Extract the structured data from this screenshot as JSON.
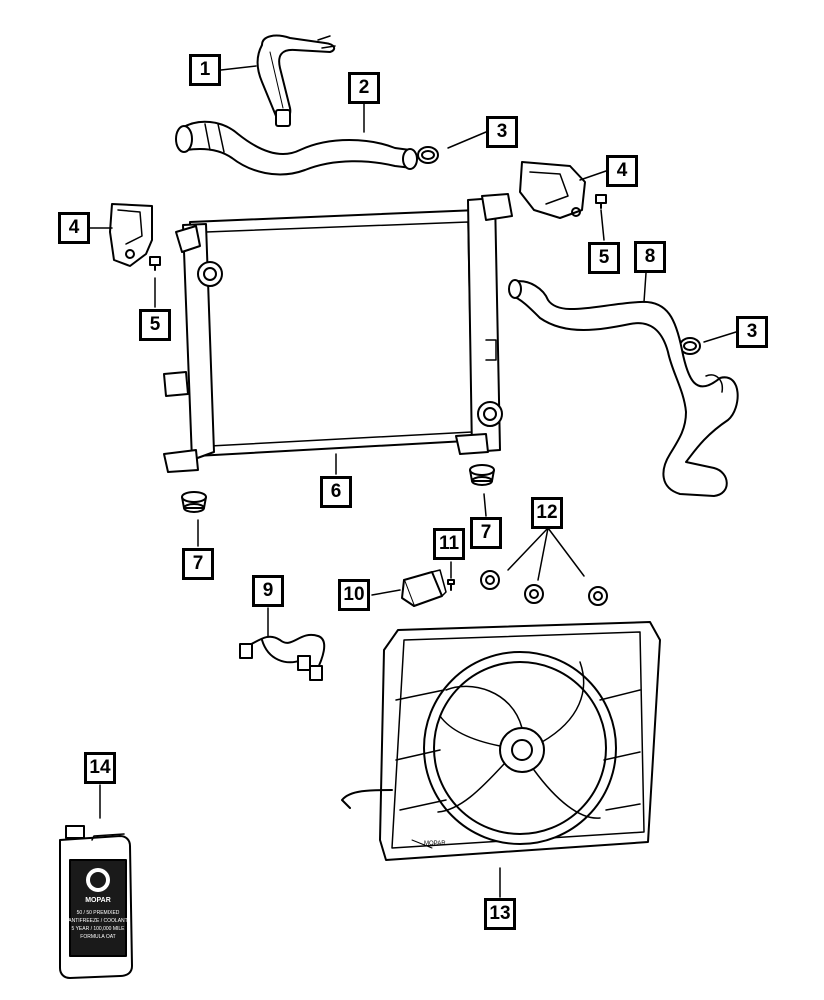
{
  "diagram": {
    "callouts": [
      {
        "id": "c1",
        "text": "1"
      },
      {
        "id": "c2",
        "text": "2"
      },
      {
        "id": "c3a",
        "text": "3"
      },
      {
        "id": "c4a",
        "text": "4"
      },
      {
        "id": "c4b",
        "text": "4"
      },
      {
        "id": "c5a",
        "text": "5"
      },
      {
        "id": "c5b",
        "text": "5"
      },
      {
        "id": "c8",
        "text": "8"
      },
      {
        "id": "c3b",
        "text": "3"
      },
      {
        "id": "c6",
        "text": "6"
      },
      {
        "id": "c7a",
        "text": "7"
      },
      {
        "id": "c7b",
        "text": "7"
      },
      {
        "id": "c12",
        "text": "12"
      },
      {
        "id": "c11",
        "text": "11"
      },
      {
        "id": "c9",
        "text": "9"
      },
      {
        "id": "c10",
        "text": "10"
      },
      {
        "id": "c14",
        "text": "14"
      },
      {
        "id": "c13",
        "text": "13"
      }
    ],
    "jug_label": {
      "brand": "MOPAR",
      "line1": "50 / 50 PREMIXED",
      "line2": "ANTIFREEZE / COOLANT",
      "line3": "5 YEAR / 100,000 MILE",
      "line4": "FORMULA OAT"
    },
    "fan_tag": "MOPAR",
    "colors": {
      "line": "#000000",
      "paper": "#ffffff",
      "jug_label": "#1a1a1a"
    }
  }
}
